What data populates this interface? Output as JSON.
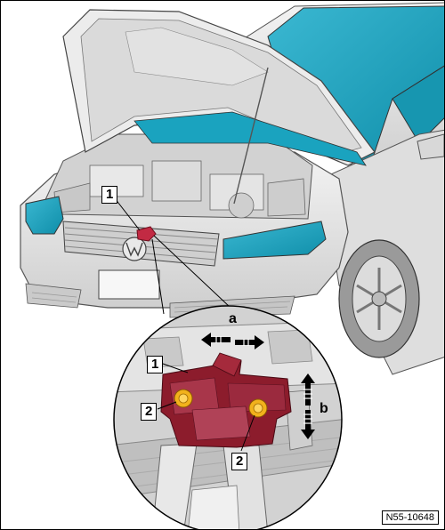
{
  "figure": {
    "id": "N55-10648",
    "callouts": {
      "overview_part": "1",
      "detail_part": "1",
      "bolt_left": "2",
      "bolt_bottom": "2"
    },
    "directions": {
      "horizontal": "a",
      "vertical": "b"
    },
    "colors": {
      "glass": "#1aa3bf",
      "lock": "#8c1c2c",
      "bolt": "#f2b21c",
      "body": "#e6e6e6",
      "line": "#000000"
    }
  }
}
